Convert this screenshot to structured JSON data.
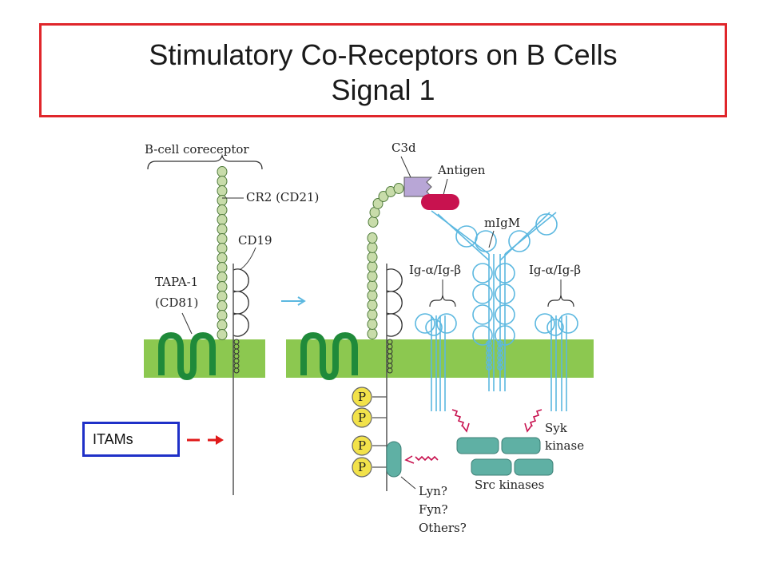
{
  "title": {
    "line1": "Stimulatory Co-Receptors on B Cells",
    "line2": "Signal 1"
  },
  "itams_label": "ITAMs",
  "labels": {
    "bcell_coreceptor": "B-cell coreceptor",
    "cr2": "CR2 (CD21)",
    "cd19": "CD19",
    "tapa1": "TAPA-1",
    "cd81": "(CD81)",
    "c3d": "C3d",
    "antigen": "Antigen",
    "migm": "mIgM",
    "ig_left": "Ig-α/Ig-β",
    "ig_right": "Ig-α/Ig-β",
    "syk": "Syk",
    "kinase": "kinase",
    "src_kinases": "Src kinases",
    "lyn": "Lyn?",
    "fyn": "Fyn?",
    "others": "Others?",
    "p": "P"
  },
  "colors": {
    "title_border": "#e0262b",
    "itams_border": "#1f30c8",
    "arrow": "#e01a1a",
    "membrane": "#8cc850",
    "tapa": "#1f8a3a",
    "cr2_bead": "#c8dcaa",
    "c3d": "#b8a6d6",
    "antigen": "#c8124f",
    "igm": "#5cb8e0",
    "kinase": "#5fb0a4",
    "phospho": "#f2e24a"
  }
}
